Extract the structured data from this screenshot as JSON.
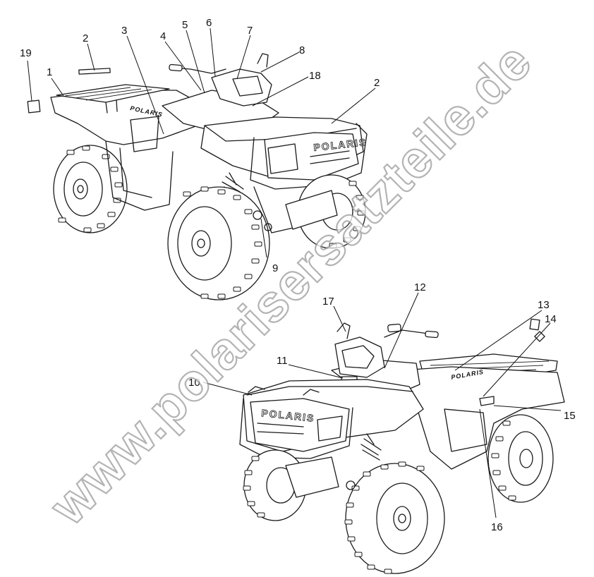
{
  "diagram": {
    "brand_front": "POLARIS",
    "brand_side": "POLARIS",
    "watermark": "www.polarisersatzteile.de"
  },
  "callouts": [
    {
      "id": "c1",
      "label": "1"
    },
    {
      "id": "c2a",
      "label": "2"
    },
    {
      "id": "c2b",
      "label": "2"
    },
    {
      "id": "c3",
      "label": "3"
    },
    {
      "id": "c4",
      "label": "4"
    },
    {
      "id": "c5",
      "label": "5"
    },
    {
      "id": "c6",
      "label": "6"
    },
    {
      "id": "c7",
      "label": "7"
    },
    {
      "id": "c8",
      "label": "8"
    },
    {
      "id": "c9",
      "label": "9"
    },
    {
      "id": "c10",
      "label": "10"
    },
    {
      "id": "c11",
      "label": "11"
    },
    {
      "id": "c12",
      "label": "12"
    },
    {
      "id": "c13",
      "label": "13"
    },
    {
      "id": "c14",
      "label": "14"
    },
    {
      "id": "c15",
      "label": "15"
    },
    {
      "id": "c16",
      "label": "16"
    },
    {
      "id": "c17",
      "label": "17"
    },
    {
      "id": "c18",
      "label": "18"
    },
    {
      "id": "c19",
      "label": "19"
    }
  ]
}
